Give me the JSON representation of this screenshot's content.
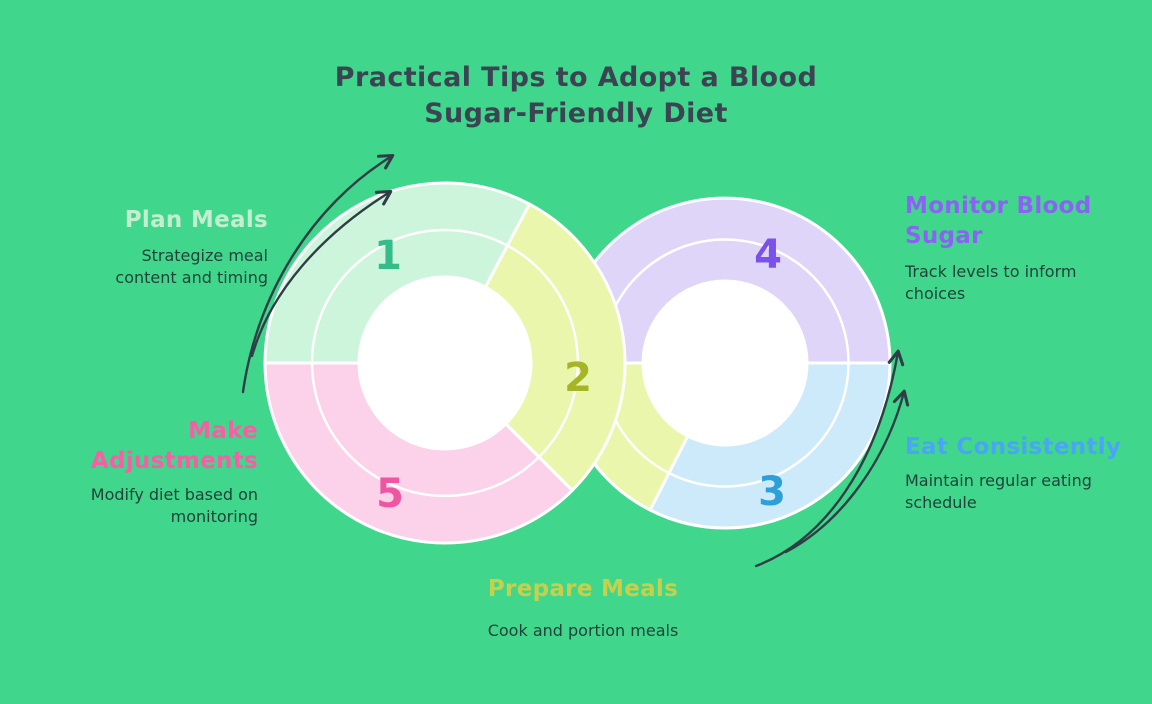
{
  "title": {
    "line1": "Practical Tips to Adopt a Blood",
    "line2": "Sugar-Friendly Diet"
  },
  "steps": [
    {
      "number": "1",
      "name": "Plan Meals",
      "description": "Strategize meal content and timing",
      "label_color": "#c3eecf",
      "number_color": "#34bd8a",
      "segment_color": "#ccf5dc"
    },
    {
      "number": "2",
      "name": "Prepare Meals",
      "description": "Cook and portion meals",
      "label_color": "#c6d04a",
      "number_color": "#a6b527",
      "segment_color": "#e9f6ab"
    },
    {
      "number": "3",
      "name": "Eat Consistently",
      "description": "Maintain regular eating schedule",
      "label_color": "#4aa5f6",
      "number_color": "#2d9fd9",
      "segment_color": "#cdeafa"
    },
    {
      "number": "4",
      "name": "Monitor Blood Sugar",
      "description": "Track levels to inform choices",
      "label_color": "#8c62f4",
      "number_color": "#7a52ea",
      "segment_color": "#ded5f8"
    },
    {
      "number": "5",
      "name": "Make Adjustments",
      "description": "Modify diet based on monitoring",
      "label_color": "#fa5ca5",
      "number_color": "#ee56a2",
      "segment_color": "#fbd2e9"
    }
  ],
  "colors": {
    "background": "#40d78c",
    "title": "#3c4454",
    "body_text": "#214238",
    "arrow": "#2f3e46",
    "hole": "#ffffff",
    "segment_outline": "#ffffff"
  }
}
